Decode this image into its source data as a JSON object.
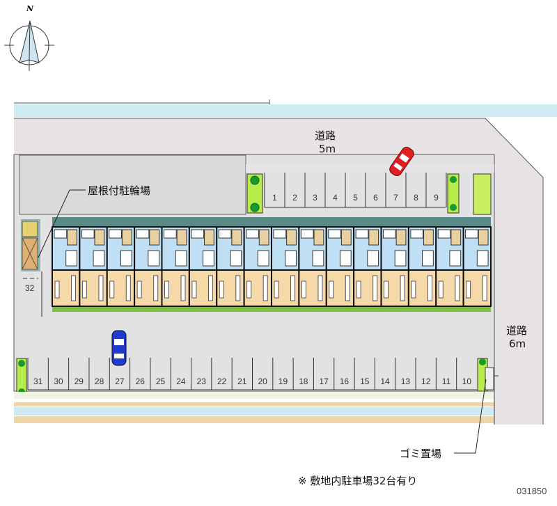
{
  "compass": {
    "north_label": "N"
  },
  "roads": [
    {
      "name": "道路",
      "width": "5m"
    },
    {
      "name": "道路",
      "width": "6m"
    }
  ],
  "labels": {
    "bicycle_parking": "屋根付駐輪場",
    "garbage": "ゴミ置場",
    "note": "※ 敷地内駐車場32台有り",
    "code": "031850"
  },
  "parking": {
    "top_row": [
      "1",
      "2",
      "3",
      "4",
      "5",
      "6",
      "7",
      "8",
      "9"
    ],
    "bottom_row": [
      "31",
      "30",
      "29",
      "28",
      "27",
      "26",
      "25",
      "24",
      "23",
      "22",
      "21",
      "20",
      "19",
      "18",
      "17",
      "16",
      "15",
      "14",
      "13",
      "12",
      "11",
      "10"
    ],
    "side": "32"
  },
  "building": {
    "units": 16
  },
  "colors": {
    "road": "#e6e2e6",
    "lot": "#e2e2e2",
    "water": "#cfeaf2",
    "unit_room": "#f6d9a8",
    "unit_wet": "#bfe0f4",
    "planter": "#b8ec4a",
    "car_red": "#e02020",
    "car_blue": "#1e3ad0"
  }
}
